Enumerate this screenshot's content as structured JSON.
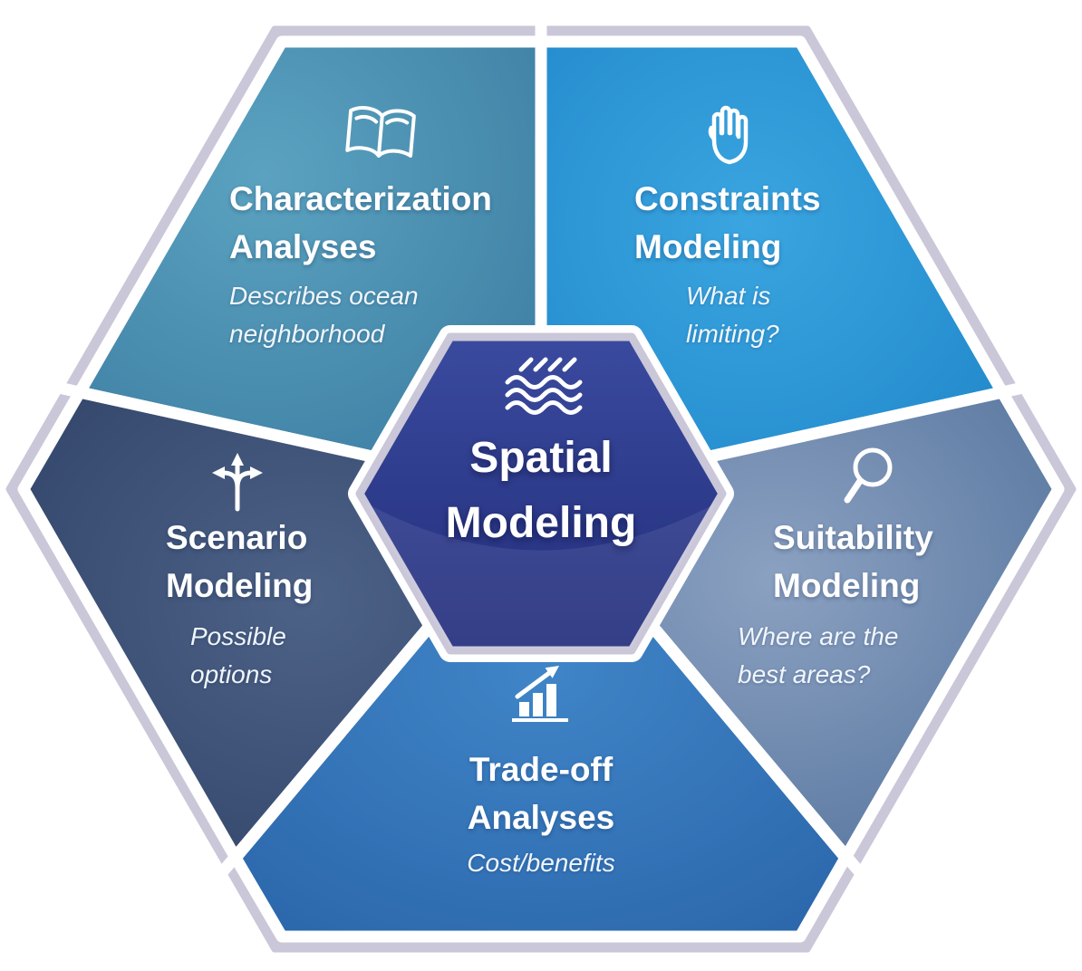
{
  "diagram": {
    "background": "#ffffff",
    "frame_color": "#c9c7d8",
    "center": {
      "title": "Spatial\nModeling",
      "icon": "waves-icon",
      "color_top": "#3a4a9e",
      "color_bottom": "#232e7c",
      "border_color": "#c9c7d8"
    },
    "sectors": [
      {
        "id": "characterization",
        "title": "Characterization\nAnalyses",
        "subtitle": "Describes ocean\nneighborhood",
        "icon": "open-book-icon",
        "color_light": "#5ba2c0",
        "color_dark": "#3a7ba0"
      },
      {
        "id": "constraints",
        "title": "Constraints\nModeling",
        "subtitle": "What is\nlimiting?",
        "icon": "raised-hand-icon",
        "color_light": "#3aa5e0",
        "color_dark": "#1f86c9"
      },
      {
        "id": "suitability",
        "title": "Suitability\nModeling",
        "subtitle": "Where are the\nbest areas?",
        "icon": "magnifier-icon",
        "color_light": "#8ba1c1",
        "color_dark": "#52719b"
      },
      {
        "id": "tradeoff",
        "title": "Trade-off\nAnalyses",
        "subtitle": "Cost/benefits",
        "icon": "bar-chart-icon",
        "color_light": "#3f85c7",
        "color_dark": "#2a64a9"
      },
      {
        "id": "scenario",
        "title": "Scenario\nModeling",
        "subtitle": "Possible\noptions",
        "icon": "branch-arrows-icon",
        "color_light": "#4d6287",
        "color_dark": "#2f4166"
      }
    ]
  }
}
